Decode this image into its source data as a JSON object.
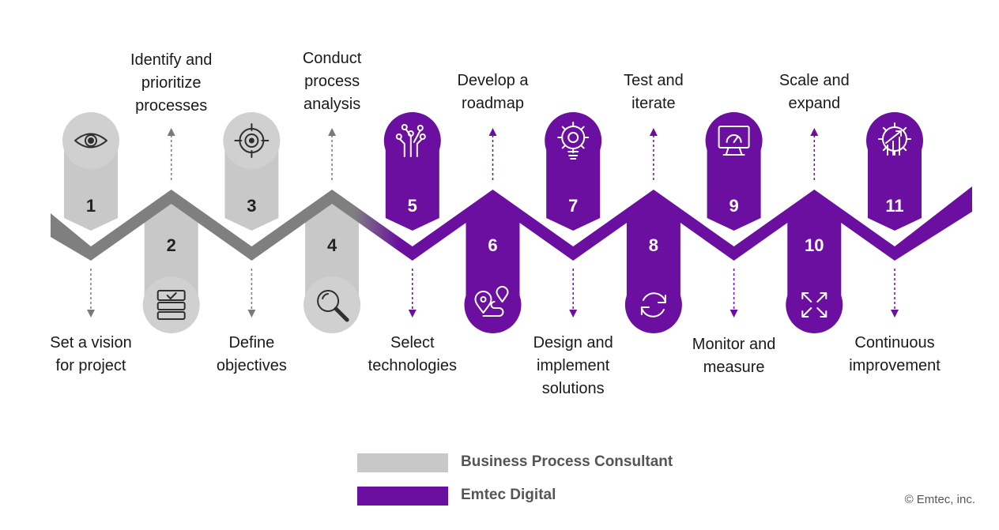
{
  "colors": {
    "consultant": "#7f7f7f",
    "consultant_tab": "#c8c8c8",
    "consultant_circle": "#d0d0d0",
    "digital": "#6a0f9f",
    "icon_on_gray": "#2f2f2f",
    "icon_on_purple": "#ffffff",
    "arrow_gray": "#7a7a7a",
    "arrow_purple": "#6a0f9f"
  },
  "steps": [
    {
      "number": "1",
      "label": "Set a vision for project",
      "lines": [
        "Set a vision",
        "for project"
      ],
      "phase": "consultant",
      "icon": "eye-icon"
    },
    {
      "number": "2",
      "label": "Identify and prioritize processes",
      "lines": [
        "Identify and",
        "prioritize",
        "processes"
      ],
      "phase": "consultant",
      "icon": "checklist-icon"
    },
    {
      "number": "3",
      "label": "Define objectives",
      "lines": [
        "Define",
        "objectives"
      ],
      "phase": "consultant",
      "icon": "target-icon"
    },
    {
      "number": "4",
      "label": "Conduct process analysis",
      "lines": [
        "Conduct",
        "process",
        "analysis"
      ],
      "phase": "consultant",
      "icon": "magnifier-icon"
    },
    {
      "number": "5",
      "label": "Select technologies",
      "lines": [
        "Select",
        "technologies"
      ],
      "phase": "digital",
      "icon": "circuit-icon"
    },
    {
      "number": "6",
      "label": "Develop a roadmap",
      "lines": [
        "Develop a",
        "roadmap"
      ],
      "phase": "digital",
      "icon": "route-icon"
    },
    {
      "number": "7",
      "label": "Design and implement solutions",
      "lines": [
        "Design and",
        "implement",
        "solutions"
      ],
      "phase": "digital",
      "icon": "lightbulb-gear-icon"
    },
    {
      "number": "8",
      "label": "Test and iterate",
      "lines": [
        "Test and",
        "iterate"
      ],
      "phase": "digital",
      "icon": "refresh-icon"
    },
    {
      "number": "9",
      "label": "Monitor and measure",
      "lines": [
        "Monitor and",
        "measure"
      ],
      "phase": "digital",
      "icon": "monitor-gauge-icon"
    },
    {
      "number": "10",
      "label": "Scale and expand",
      "lines": [
        "Scale and",
        "expand"
      ],
      "phase": "digital",
      "icon": "expand-arrows-icon"
    },
    {
      "number": "11",
      "label": "Continuous improvement",
      "lines": [
        "Continuous",
        "improvement"
      ],
      "phase": "digital",
      "icon": "growth-gear-icon"
    }
  ],
  "legend": [
    {
      "label": "Business Process Consultant",
      "color": "#c8c8c8"
    },
    {
      "label": "Emtec Digital",
      "color": "#6a0f9f"
    }
  ],
  "copyright": "© Emtec, inc."
}
